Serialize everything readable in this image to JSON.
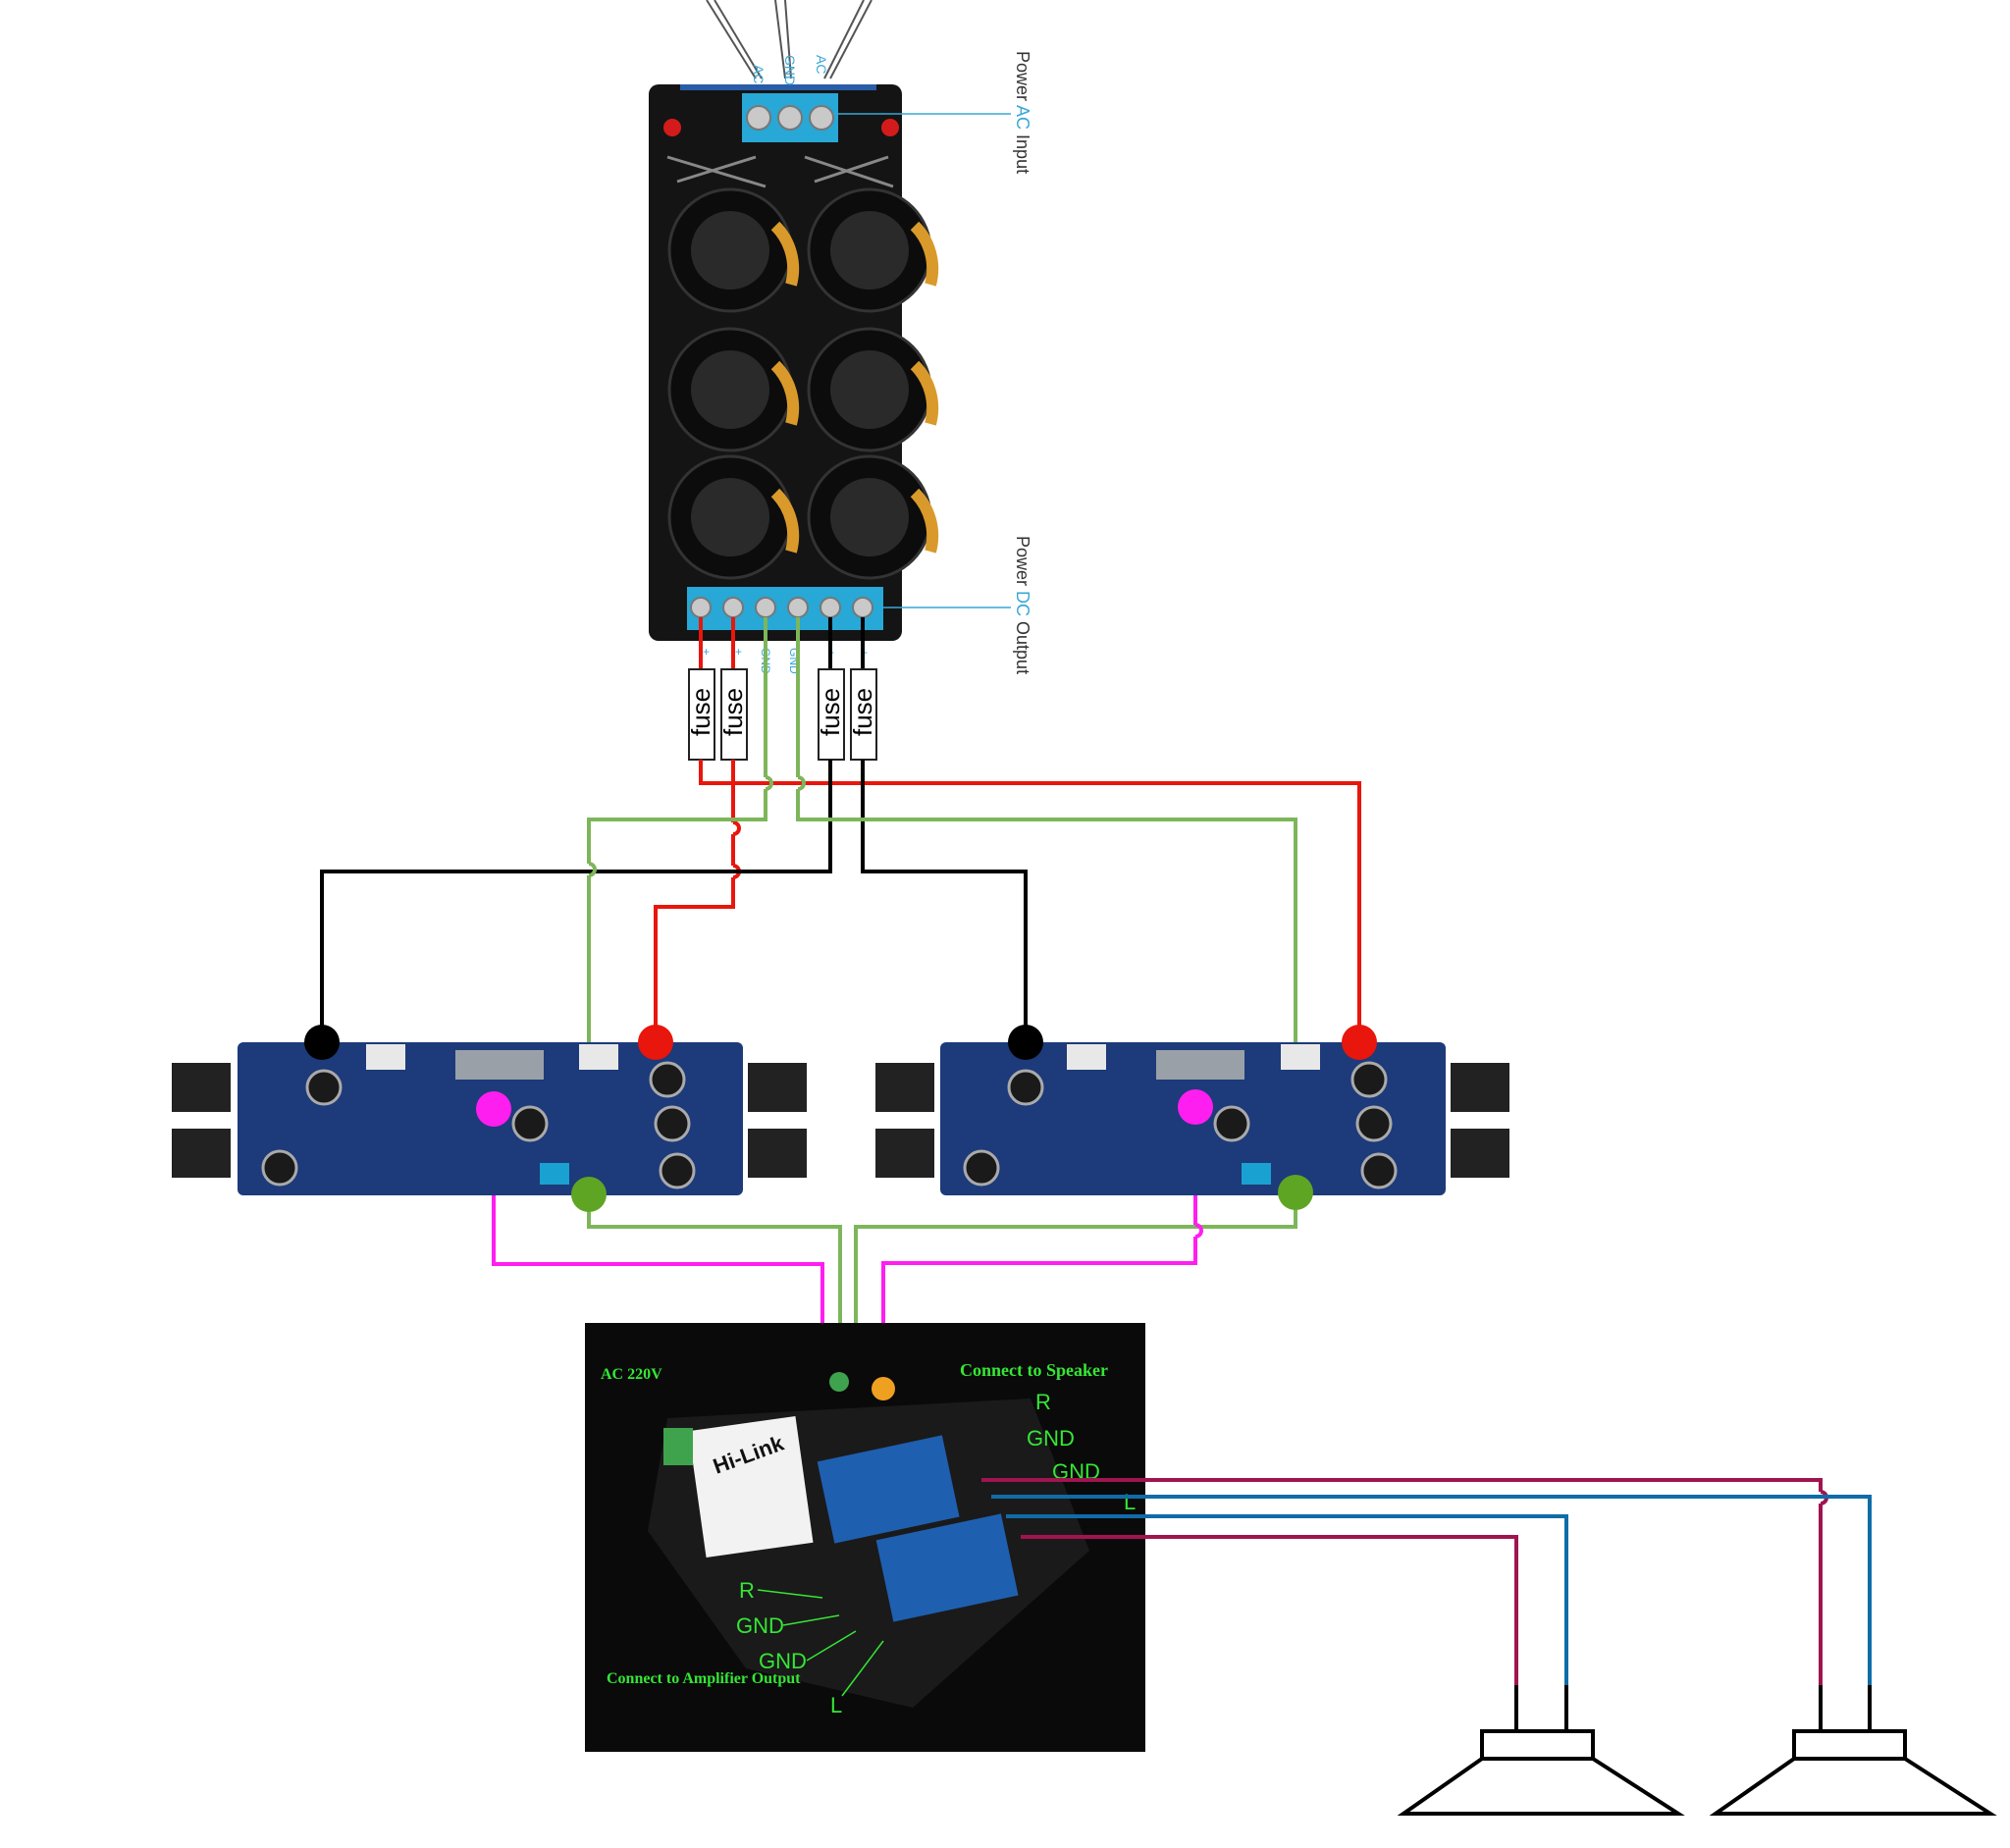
{
  "power_supply": {
    "ac_input_label_a": "Power ",
    "ac_input_label_b": "AC",
    "ac_input_label_c": " Input",
    "dc_output_label_a": "Power ",
    "dc_output_label_b": "DC",
    "dc_output_label_c": " Output",
    "top_terminals": [
      "AC",
      "GND",
      "AC"
    ],
    "bottom_marks": [
      "+",
      "+",
      "GND",
      "GND",
      "-",
      "-"
    ]
  },
  "fuses": [
    "fuse",
    "fuse",
    "fuse",
    "fuse"
  ],
  "protection_board": {
    "ac_label": "AC 220V",
    "connect_speaker": "Connect to Speaker",
    "speaker_terms": [
      "R",
      "GND",
      "GND",
      "L"
    ],
    "amp_terms": [
      "R",
      "GND",
      "GND",
      "L"
    ],
    "connect_amp": "Connect to Amplifier Output",
    "brand": "Hi-Link"
  },
  "colors": {
    "positive_wire": "#e8160c",
    "negative_wire": "#000000",
    "ground_wire": "#7db65a",
    "signal_wire": "#ff1ef0",
    "speaker_right": "#a01450",
    "speaker_left": "#0f6ca8",
    "label_accent": "#3aa7d6"
  }
}
